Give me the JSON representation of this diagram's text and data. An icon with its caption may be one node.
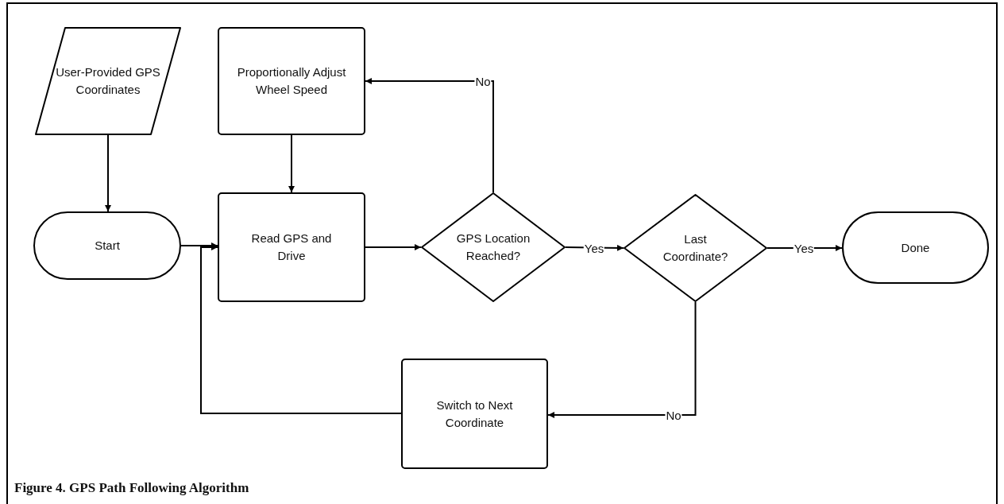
{
  "diagram": {
    "caption": "Figure 4. GPS Path Following Algorithm",
    "nodes": [
      {
        "text": [
          "User-Provided GPS Coordinates"
        ]
      },
      {
        "text": [
          "Proportionally Adjust Wheel Speed"
        ]
      },
      {
        "text": [
          "Start"
        ]
      },
      {
        "text": [
          "Read GPS and Drive"
        ]
      },
      {
        "text": [
          "GPS Location Reached?"
        ]
      },
      {
        "text": [
          "Last Coordinate?"
        ]
      },
      {
        "text": [
          "Done"
        ]
      },
      {
        "text": [
          "Switch to Next Coordinate"
        ]
      }
    ],
    "edges": [
      {
        "from": 0,
        "to": 2,
        "arrow": "to"
      },
      {
        "from": 1,
        "to": 3,
        "arrow": "to"
      },
      {
        "from": 2,
        "to": 3,
        "arrow": "to"
      },
      {
        "from": 3,
        "to": 4,
        "arrow": "to"
      },
      {
        "from": 4,
        "to": 1,
        "arrow": "to",
        "label": "No"
      },
      {
        "from": 4,
        "to": 5,
        "arrow": "to",
        "label": "Yes"
      },
      {
        "from": 5,
        "to": 6,
        "arrow": "to",
        "label": "Yes"
      },
      {
        "from": 5,
        "to": 7,
        "arrow": "to",
        "label": "No"
      },
      {
        "from": 7,
        "to": 3,
        "arrow": "to"
      }
    ]
  }
}
